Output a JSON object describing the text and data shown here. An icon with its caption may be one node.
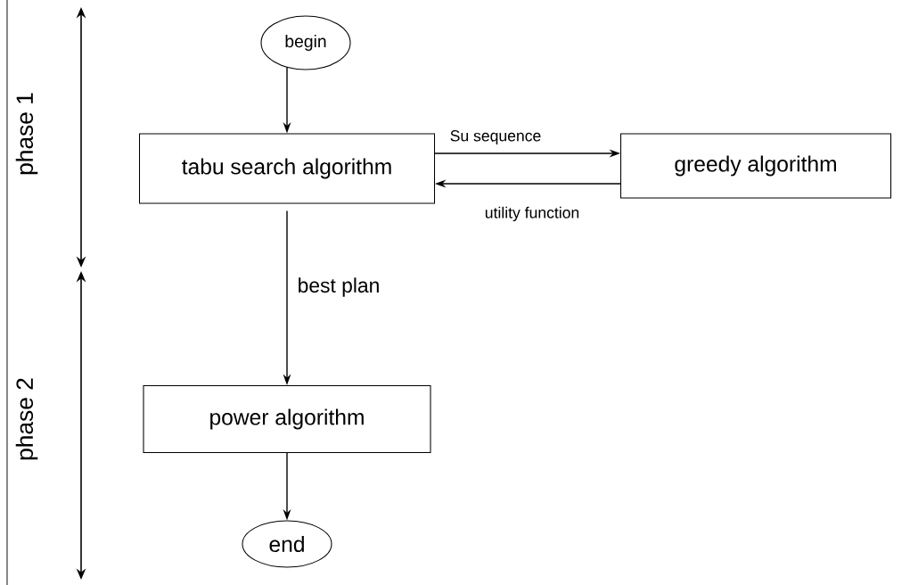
{
  "diagram": {
    "nodes": [
      {
        "text": [
          "begin"
        ]
      },
      {
        "text": [
          "tabu search algorithm"
        ]
      },
      {
        "text": [
          "greedy algorithm"
        ]
      },
      {
        "text": [
          "power algorithm"
        ]
      },
      {
        "text": [
          "end"
        ]
      }
    ],
    "edges": [
      {
        "from": 0,
        "to": 1,
        "arrow": "to"
      },
      {
        "from": 1,
        "to": 2,
        "arrow": "to",
        "label": "Su sequence"
      },
      {
        "from": 2,
        "to": 1,
        "arrow": "to",
        "label": "utility function"
      },
      {
        "from": 1,
        "to": 3,
        "arrow": "to",
        "label": "best plan"
      },
      {
        "from": 3,
        "to": 4,
        "arrow": "to"
      }
    ],
    "labels": [
      "phase 1",
      "phase 2"
    ]
  }
}
